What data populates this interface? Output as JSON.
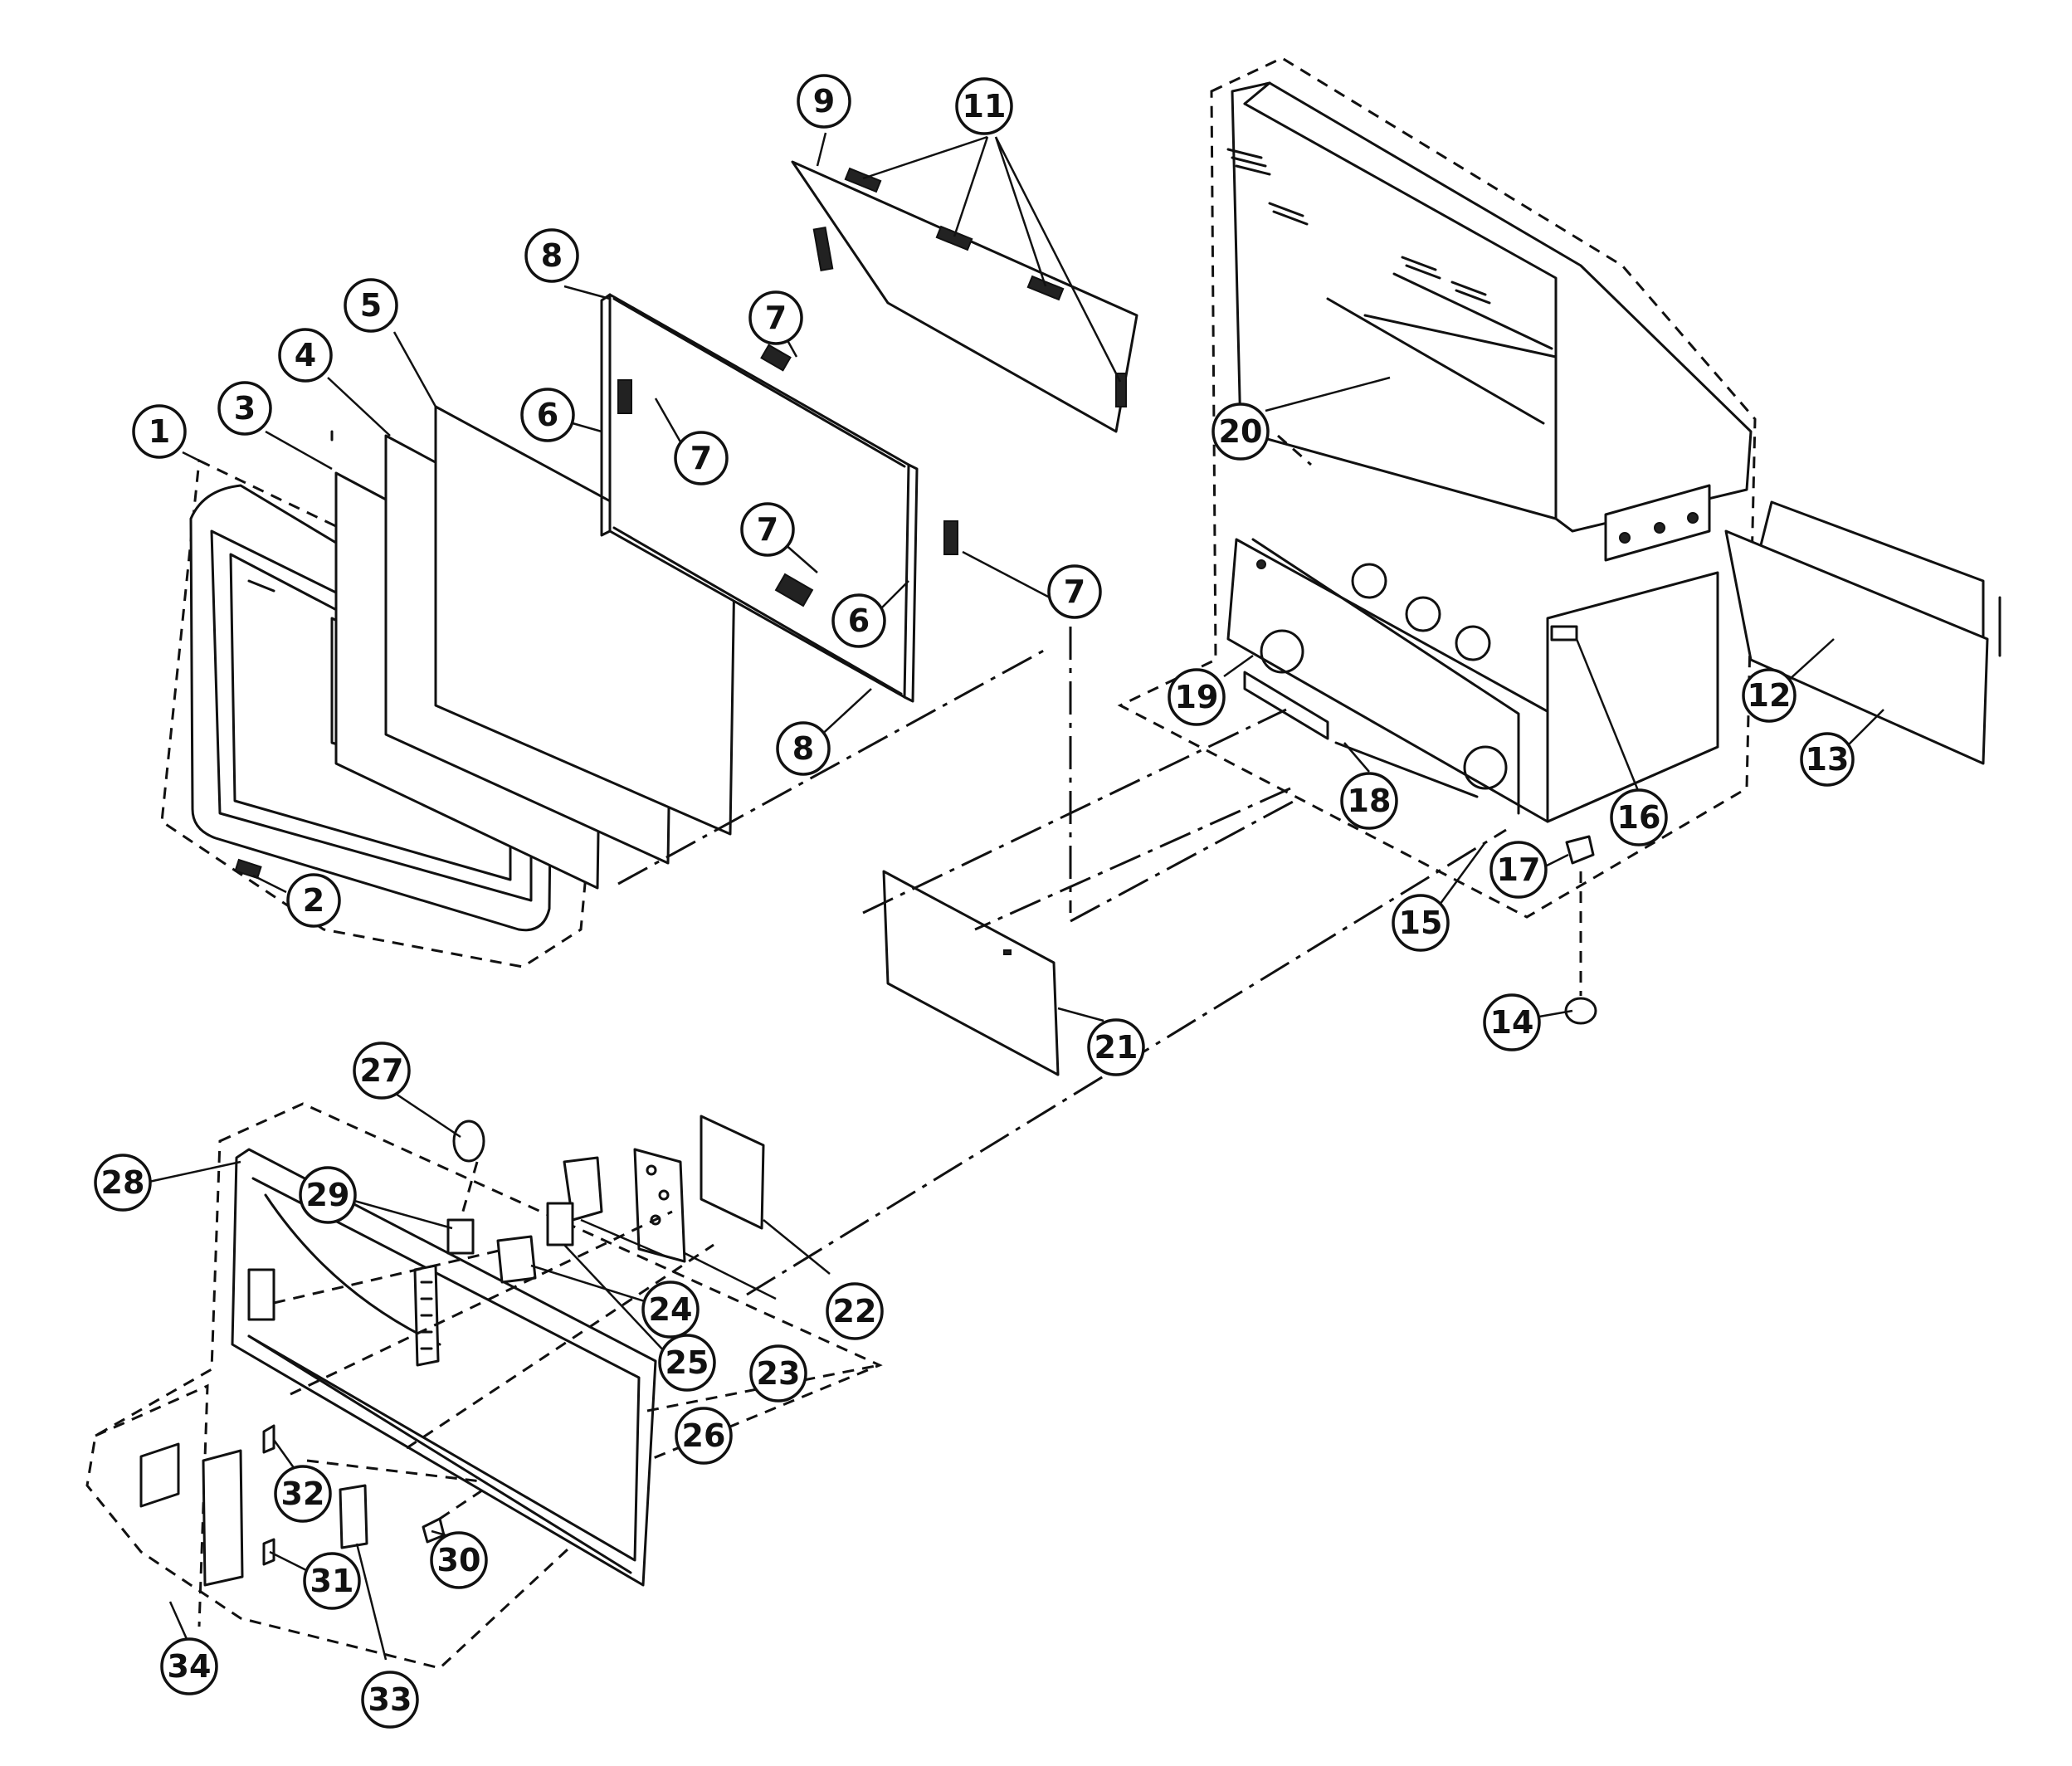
{
  "callouts": [
    {
      "id": "c1",
      "text": "1"
    },
    {
      "id": "c2",
      "text": "2"
    },
    {
      "id": "c3",
      "text": "3"
    },
    {
      "id": "c4",
      "text": "4"
    },
    {
      "id": "c5",
      "text": "5"
    },
    {
      "id": "c6a",
      "text": "6"
    },
    {
      "id": "c6b",
      "text": "6"
    },
    {
      "id": "c7a",
      "text": "7"
    },
    {
      "id": "c7b",
      "text": "7"
    },
    {
      "id": "c7c",
      "text": "7"
    },
    {
      "id": "c7d",
      "text": "7"
    },
    {
      "id": "c8a",
      "text": "8"
    },
    {
      "id": "c8b",
      "text": "8"
    },
    {
      "id": "c9",
      "text": "9"
    },
    {
      "id": "c11",
      "text": "11"
    },
    {
      "id": "c12",
      "text": "12"
    },
    {
      "id": "c13",
      "text": "13"
    },
    {
      "id": "c14",
      "text": "14"
    },
    {
      "id": "c15",
      "text": "15"
    },
    {
      "id": "c16",
      "text": "16"
    },
    {
      "id": "c17",
      "text": "17"
    },
    {
      "id": "c18",
      "text": "18"
    },
    {
      "id": "c19",
      "text": "19"
    },
    {
      "id": "c20",
      "text": "20"
    },
    {
      "id": "c21",
      "text": "21"
    },
    {
      "id": "c22",
      "text": "22"
    },
    {
      "id": "c23",
      "text": "23"
    },
    {
      "id": "c24",
      "text": "24"
    },
    {
      "id": "c25",
      "text": "25"
    },
    {
      "id": "c26",
      "text": "26"
    },
    {
      "id": "c27",
      "text": "27"
    },
    {
      "id": "c28",
      "text": "28"
    },
    {
      "id": "c29",
      "text": "29"
    },
    {
      "id": "c30",
      "text": "30"
    },
    {
      "id": "c31",
      "text": "31"
    },
    {
      "id": "c32",
      "text": "32"
    },
    {
      "id": "c33",
      "text": "33"
    },
    {
      "id": "c34",
      "text": "34"
    }
  ]
}
